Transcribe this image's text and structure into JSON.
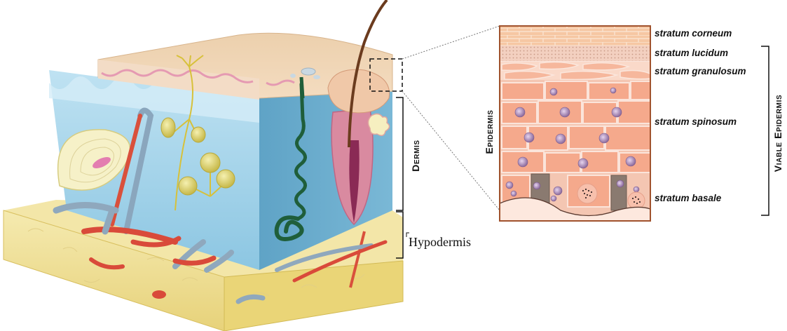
{
  "labels": {
    "stratum_corneum": "stratum corneum",
    "stratum_lucidum": "stratum lucidum",
    "stratum_granulosum": "stratum granulosum",
    "stratum_spinosum": "stratum spinosum",
    "stratum_basale": "stratum basale",
    "epidermis": "Epidermis",
    "viable_epidermis": "Viable Epidermis",
    "dermis": "Dermis",
    "hypodermis": "Hypodermis"
  },
  "colors": {
    "epidermis_surface": "#f2d9b8",
    "dermis_blue": "#a9d4ea",
    "dermis_blue_dark": "#5fa7c9",
    "hypodermis_yellow": "#f2e4a0",
    "hypodermis_yellow_dark": "#e3cd6e",
    "vessel_red": "#d94a3a",
    "vessel_blue": "#8fa8bd",
    "gland_green": "#1f5e3a",
    "cell_pink": "#f7b9a2",
    "cell_border": "#f4d6c8",
    "nucleus_purple": "#a98ab7",
    "panel_border": "#a0522d"
  }
}
